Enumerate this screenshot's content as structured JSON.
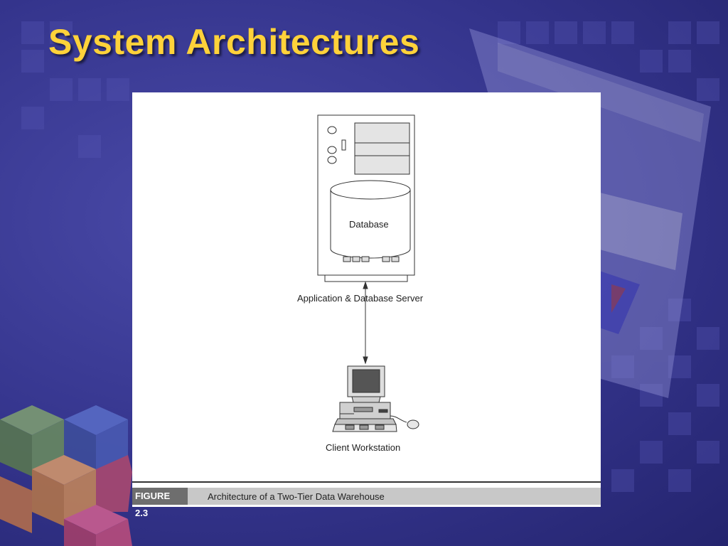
{
  "slide": {
    "title": "System Architectures"
  },
  "diagram": {
    "server_label": "Application & Database Server",
    "database_label": "Database",
    "client_label": "Client Workstation"
  },
  "caption": {
    "figure_number": "FIGURE 2.3",
    "text": "Architecture of a Two-Tier Data Warehouse"
  }
}
